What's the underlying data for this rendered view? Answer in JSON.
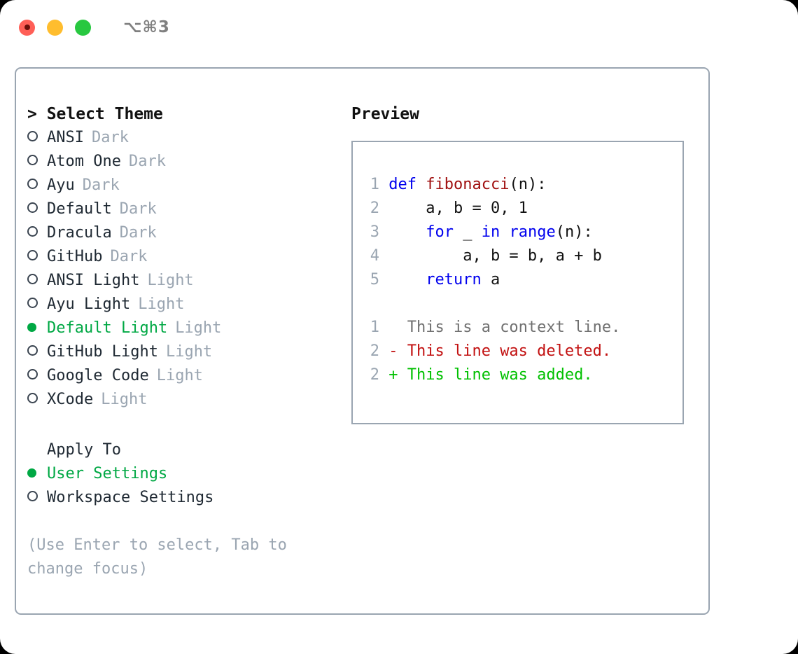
{
  "titlebar": {
    "shortcut": "⌥⌘3",
    "lights": [
      {
        "name": "close",
        "color": "#ff5f57"
      },
      {
        "name": "minimize",
        "color": "#ffbd2e"
      },
      {
        "name": "maximize",
        "color": "#28c840"
      }
    ]
  },
  "theme_panel": {
    "header": "> Select Theme",
    "items": [
      {
        "label": "ANSI",
        "tag": "Dark",
        "selected": false
      },
      {
        "label": "Atom One",
        "tag": "Dark",
        "selected": false
      },
      {
        "label": "Ayu",
        "tag": "Dark",
        "selected": false
      },
      {
        "label": "Default",
        "tag": "Dark",
        "selected": false
      },
      {
        "label": "Dracula",
        "tag": "Dark",
        "selected": false
      },
      {
        "label": "GitHub",
        "tag": "Dark",
        "selected": false
      },
      {
        "label": "ANSI Light",
        "tag": "Light",
        "selected": false
      },
      {
        "label": "Ayu Light",
        "tag": "Light",
        "selected": false
      },
      {
        "label": "Default Light",
        "tag": "Light",
        "selected": true
      },
      {
        "label": "GitHub Light",
        "tag": "Light",
        "selected": false
      },
      {
        "label": "Google Code",
        "tag": "Light",
        "selected": false
      },
      {
        "label": "XCode",
        "tag": "Light",
        "selected": false
      }
    ]
  },
  "apply_to": {
    "header": "Apply To",
    "options": [
      {
        "label": "User Settings",
        "selected": true
      },
      {
        "label": "Workspace Settings",
        "selected": false
      }
    ]
  },
  "hint": "(Use Enter to select, Tab to change focus)",
  "preview": {
    "title": "Preview",
    "code_lines": [
      {
        "num": "1",
        "tokens": [
          {
            "t": "def ",
            "c": "kw"
          },
          {
            "t": "fibonacci",
            "c": "fn"
          },
          {
            "t": "(n):",
            "c": "pl"
          }
        ]
      },
      {
        "num": "2",
        "tokens": [
          {
            "t": "    a, b = 0, 1",
            "c": "pl"
          }
        ]
      },
      {
        "num": "3",
        "tokens": [
          {
            "t": "    ",
            "c": "pl"
          },
          {
            "t": "for",
            "c": "kw"
          },
          {
            "t": " _ ",
            "c": "pl"
          },
          {
            "t": "in",
            "c": "kw"
          },
          {
            "t": " ",
            "c": "pl"
          },
          {
            "t": "range",
            "c": "kw"
          },
          {
            "t": "(n):",
            "c": "pl"
          }
        ]
      },
      {
        "num": "4",
        "tokens": [
          {
            "t": "        a, b = b, a + b",
            "c": "pl"
          }
        ]
      },
      {
        "num": "5",
        "tokens": [
          {
            "t": "    ",
            "c": "pl"
          },
          {
            "t": "return",
            "c": "kw"
          },
          {
            "t": " a",
            "c": "pl"
          }
        ]
      }
    ],
    "diff_lines": [
      {
        "num": "1",
        "text": "  This is a context line.",
        "kind": "diff-ctx"
      },
      {
        "num": "2",
        "text": "- This line was deleted.",
        "kind": "diff-del"
      },
      {
        "num": "2",
        "text": "+ This line was added.",
        "kind": "diff-add"
      }
    ]
  },
  "colors": {
    "accent_green": "#00a844",
    "muted": "#9aa5b1",
    "keyword": "#0000ee",
    "function": "#a01010",
    "diff_deleted": "#c21010",
    "diff_added": "#00c000"
  }
}
